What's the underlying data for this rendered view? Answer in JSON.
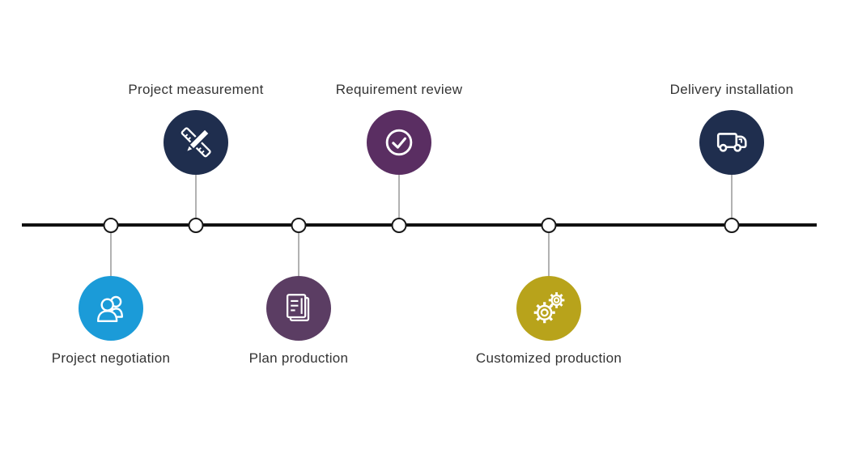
{
  "background_color": "#ffffff",
  "text_color": "#333333",
  "timeline": {
    "line_color": "#111111",
    "node_fill_color": "#ffffff",
    "node_border_color": "#1a1a1a",
    "connector_color": "#666666"
  },
  "steps": [
    {
      "label": "Project negotiation",
      "icon": "people-icon",
      "color": "#1b9bd8",
      "side": "below"
    },
    {
      "label": "Project measurement",
      "icon": "ruler-pencil-icon",
      "color": "#1f2e4e",
      "side": "above"
    },
    {
      "label": "Plan production",
      "icon": "document-icon",
      "color": "#5b3d63",
      "side": "below"
    },
    {
      "label": "Requirement review",
      "icon": "check-circle-icon",
      "color": "#5a2e62",
      "side": "above"
    },
    {
      "label": "Customized production",
      "icon": "gears-icon",
      "color": "#b8a31b",
      "side": "below"
    },
    {
      "label": "Delivery installation",
      "icon": "truck-icon",
      "color": "#1f2e4e",
      "side": "above"
    }
  ]
}
